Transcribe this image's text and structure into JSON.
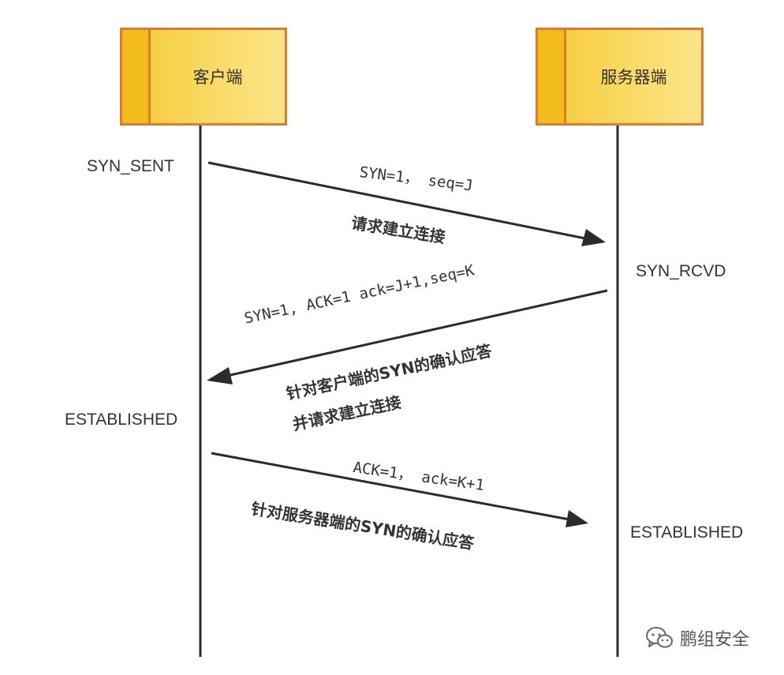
{
  "actors": {
    "client": "客户端",
    "server": "服务器端"
  },
  "states": {
    "client_syn_sent": "SYN_SENT",
    "server_syn_rcvd": "SYN_RCVD",
    "client_established": "ESTABLISHED",
    "server_established": "ESTABLISHED"
  },
  "messages": {
    "msg1": {
      "fields": "SYN=1， seq=J",
      "desc": "请求建立连接"
    },
    "msg2": {
      "fields": "SYN=1, ACK=1   ack=J+1,seq=K",
      "desc_line1": "针对客户端的SYN的确认应答",
      "desc_line2": "并请求建立连接"
    },
    "msg3": {
      "fields": "ACK=1， ack=K+1",
      "desc": "针对服务器端的SYN的确认应答"
    }
  },
  "watermark": {
    "text": "鹏组安全",
    "icon": "wechat-icon"
  },
  "colors": {
    "box_border": "#e07b2e",
    "box_fill": "#f8d655",
    "line": "#2b2b2b"
  }
}
